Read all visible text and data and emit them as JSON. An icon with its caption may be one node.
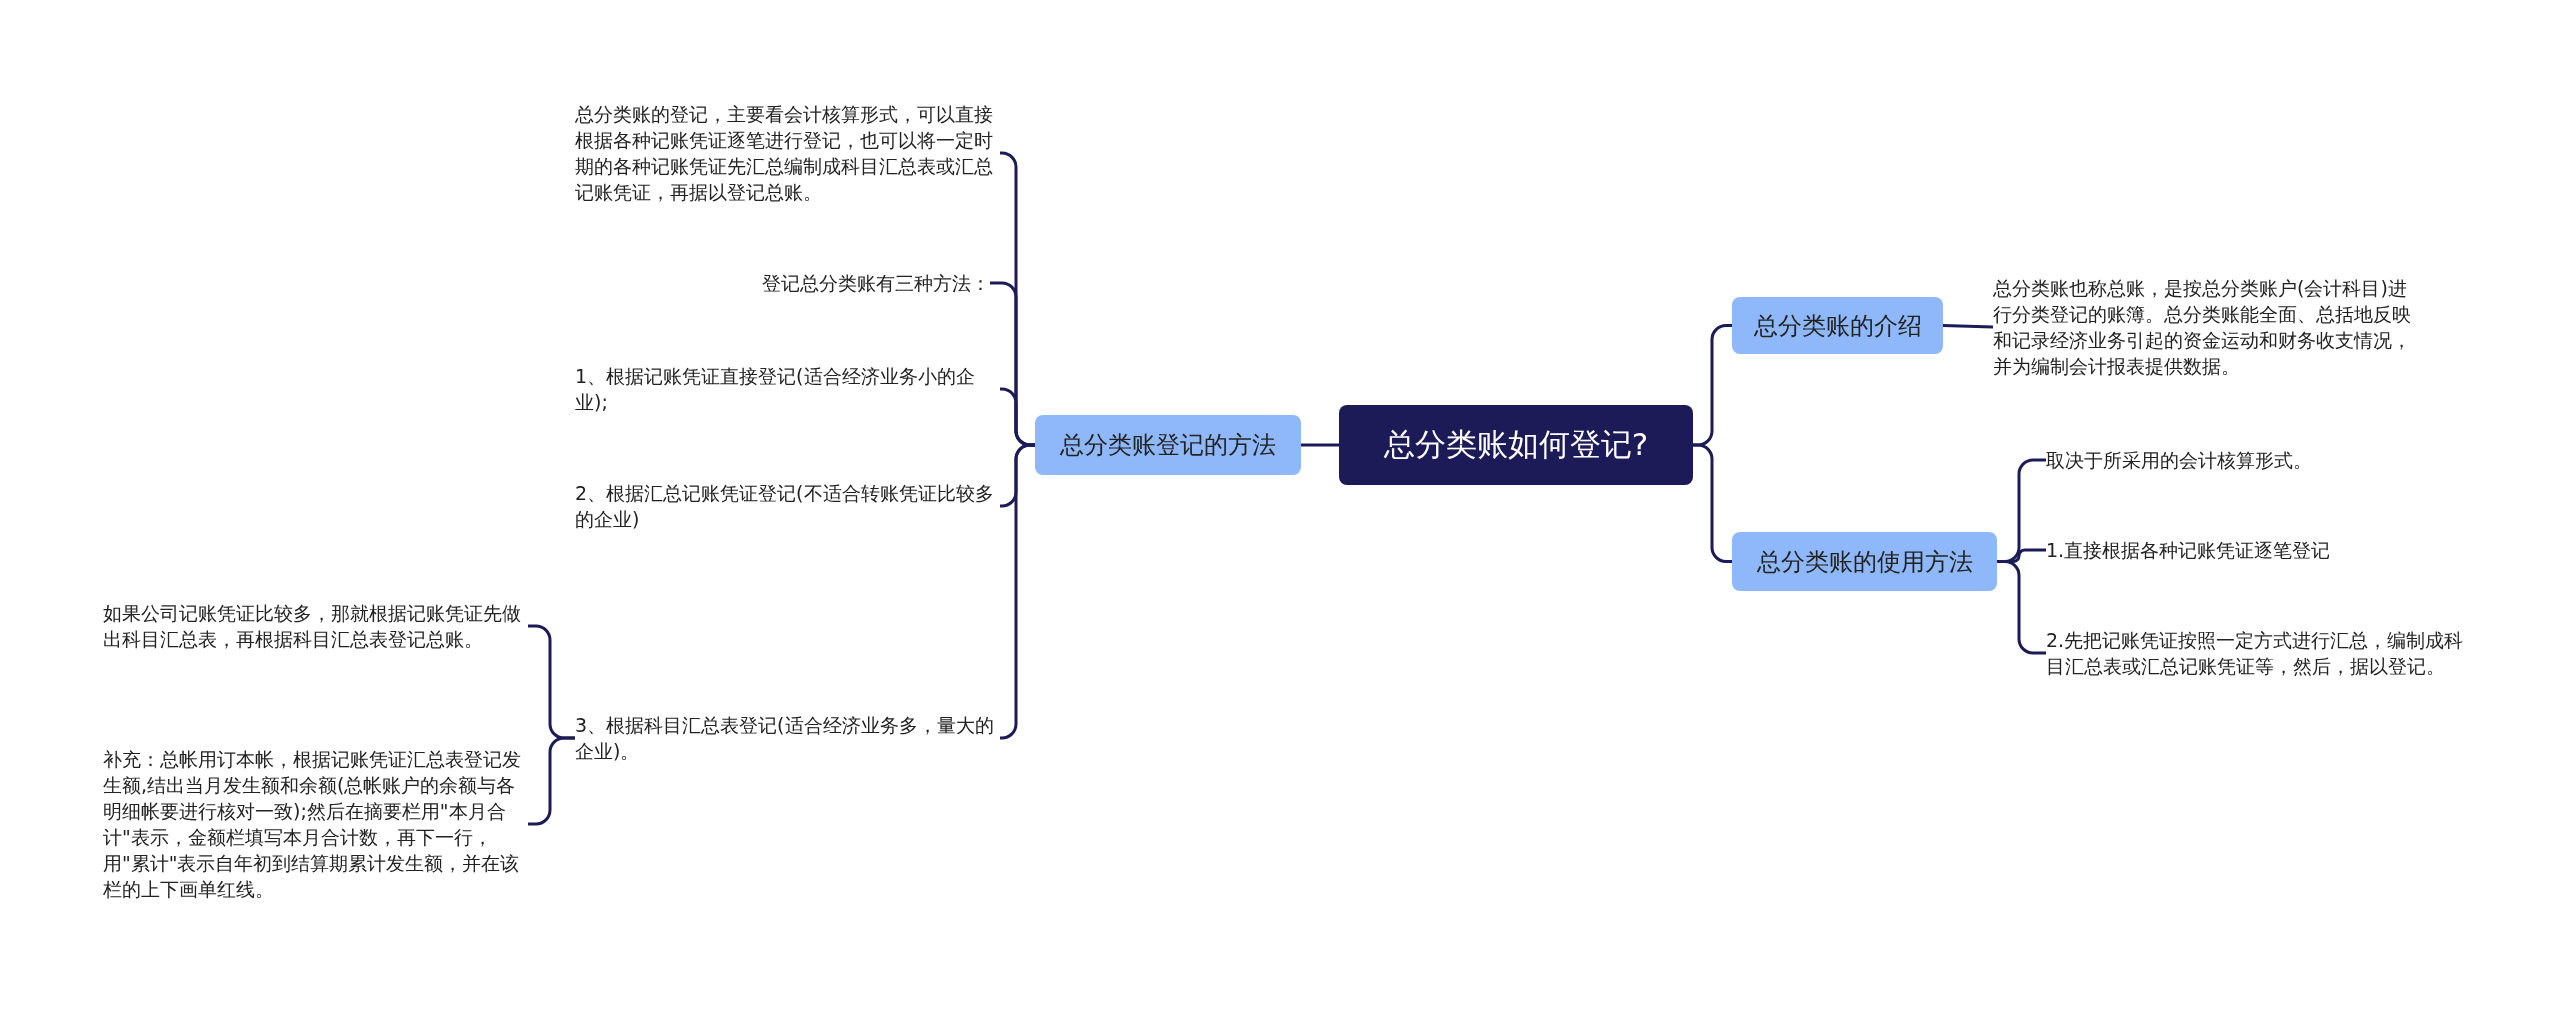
{
  "diagram": {
    "nodes": [
      {
        "text": [
          "总分类账如何登记?"
        ]
      },
      {
        "text": [
          "总分类账登记的方法"
        ]
      },
      {
        "text": [
          "总分类账的登记，主要看会计核算形式，可以直接根据各种记账凭证逐笔进行登记，也可以将一定时期的各种记账凭证先汇总编制成科目汇总表或汇总记账凭证，再据以登记总账。"
        ]
      },
      {
        "text": [
          "登记总分类账有三种方法："
        ]
      },
      {
        "text": [
          "1、根据记账凭证直接登记(适合经济业务小的企业);"
        ]
      },
      {
        "text": [
          "2、根据汇总记账凭证登记(不适合转账凭证比较多的企业)"
        ]
      },
      {
        "text": [
          "3、根据科目汇总表登记(适合经济业务多，量大的企业)。"
        ]
      },
      {
        "text": [
          "如果公司记账凭证比较多，那就根据记账凭证先做出科目汇总表，再根据科目汇总表登记总账。"
        ]
      },
      {
        "text": [
          "补充：总帐用订本帐，根据记账凭证汇总表登记发生额,结出当月发生额和余额(总帐账户的余额与各明细帐要进行核对一致);然后在摘要栏用\"本月合计\"表示，金额栏填写本月合计数，再下一行，用\"累计\"表示自年初到结算期累计发生额，并在该栏的上下画单红线。"
        ]
      },
      {
        "text": [
          "总分类账的介绍"
        ]
      },
      {
        "text": [
          "总分类账也称总账，是按总分类账户(会计科目)进行分类登记的账簿。总分类账能全面、总括地反映和记录经济业务引起的资金运动和财务收支情况，并为编制会计报表提供数据。"
        ]
      },
      {
        "text": [
          "总分类账的使用方法"
        ]
      },
      {
        "text": [
          "取决于所采用的会计核算形式。"
        ]
      },
      {
        "text": [
          "1.直接根据各种记账凭证逐笔登记"
        ]
      },
      {
        "text": [
          "2.先把记账凭证按照一定方式进行汇总，编制成科目汇总表或汇总记账凭证等，然后，据以登记。"
        ]
      }
    ],
    "edges": [
      {
        "from": 0,
        "to": 1,
        "arrow": "none"
      },
      {
        "from": 1,
        "to": 2,
        "arrow": "none"
      },
      {
        "from": 1,
        "to": 3,
        "arrow": "none"
      },
      {
        "from": 1,
        "to": 4,
        "arrow": "none"
      },
      {
        "from": 1,
        "to": 5,
        "arrow": "none"
      },
      {
        "from": 1,
        "to": 6,
        "arrow": "none"
      },
      {
        "from": 6,
        "to": 7,
        "arrow": "none"
      },
      {
        "from": 6,
        "to": 8,
        "arrow": "none"
      },
      {
        "from": 0,
        "to": 9,
        "arrow": "none"
      },
      {
        "from": 9,
        "to": 10,
        "arrow": "none"
      },
      {
        "from": 0,
        "to": 11,
        "arrow": "none"
      },
      {
        "from": 11,
        "to": 12,
        "arrow": "none"
      },
      {
        "from": 11,
        "to": 13,
        "arrow": "none"
      },
      {
        "from": 11,
        "to": 14,
        "arrow": "none"
      }
    ]
  }
}
